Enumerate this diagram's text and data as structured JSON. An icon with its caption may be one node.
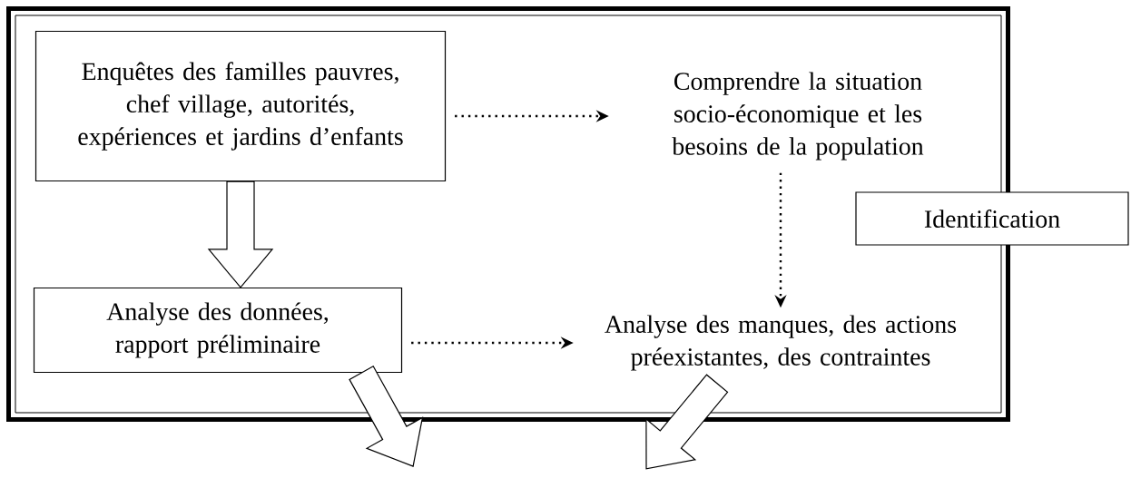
{
  "diagram": {
    "nodes": [
      {
        "text": [],
        "shape": "box"
      },
      {
        "text": [
          "Enquêtes des familles pauvres, chef village, autorités, expériences et jardins d’enfants"
        ],
        "in": 0
      },
      {
        "text": [
          "Comprendre la situation socio-économique et les besoins de la population"
        ],
        "in": 0
      },
      {
        "text": [
          "Analyse des données, rapport préliminaire"
        ],
        "in": 0
      },
      {
        "text": [
          "Analyse des manques, des actions préexistantes, des contraintes"
        ],
        "in": 0
      },
      {
        "text": [
          "Identification"
        ]
      }
    ],
    "edges": [
      {
        "from": 1,
        "to": 2,
        "arrow": "to",
        "style": "dashed"
      },
      {
        "from": 1,
        "to": 3,
        "arrow": "to",
        "style": "thick"
      },
      {
        "from": 2,
        "to": 4,
        "arrow": "to",
        "style": "dashed"
      },
      {
        "from": 3,
        "to": 4,
        "arrow": "to",
        "style": "dashed"
      },
      {
        "from": 3,
        "to": null,
        "arrow": "to",
        "style": "thick"
      },
      {
        "from": 4,
        "to": null,
        "arrow": "to",
        "style": "thick"
      }
    ]
  }
}
